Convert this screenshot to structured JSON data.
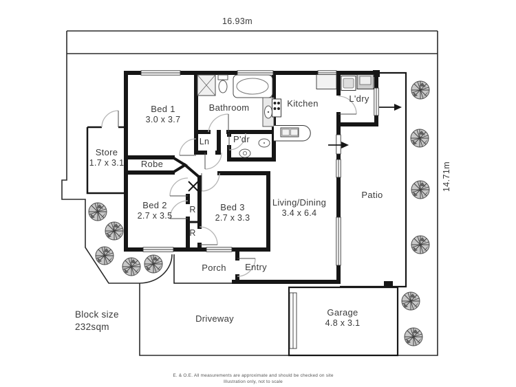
{
  "plan": {
    "boundary_dimensions": {
      "top": "16.93m",
      "right": "14.71m"
    },
    "rooms": {
      "bed1": {
        "name": "Bed 1",
        "size": "3.0 x 3.7"
      },
      "bed2": {
        "name": "Bed 2",
        "size": "2.7 x 3.5"
      },
      "bed3": {
        "name": "Bed 3",
        "size": "2.7 x 3.3"
      },
      "bathroom": {
        "name": "Bathroom"
      },
      "kitchen": {
        "name": "Kitchen"
      },
      "laundry": {
        "name": "L'dry"
      },
      "store": {
        "name": "Store",
        "size": "1.7 x 3.1"
      },
      "living_dining": {
        "name": "Living/Dining",
        "size": "3.4 x 6.4"
      },
      "garage": {
        "name": "Garage",
        "size": "4.8 x 3.1"
      },
      "patio": {
        "name": "Patio"
      },
      "porch": {
        "name": "Porch"
      },
      "entry": {
        "name": "Entry"
      },
      "driveway": {
        "name": "Driveway"
      },
      "robe": {
        "name": "Robe"
      },
      "linen": {
        "name": "Ln"
      },
      "powder": {
        "name": "P'dr"
      },
      "robe_r1": {
        "name": "R"
      },
      "robe_r2": {
        "name": "R"
      }
    },
    "block": {
      "label": "Block size",
      "area": "232sqm"
    },
    "disclaimer": [
      "E. & O.E. All measurements are approximate and should be checked on site",
      "Illustration only, not to scale"
    ],
    "colors": {
      "walls": "#161616",
      "boundary": "#2a2a2a",
      "text": "#3a3a3a",
      "tree_fill": "#c8c8c8"
    }
  }
}
